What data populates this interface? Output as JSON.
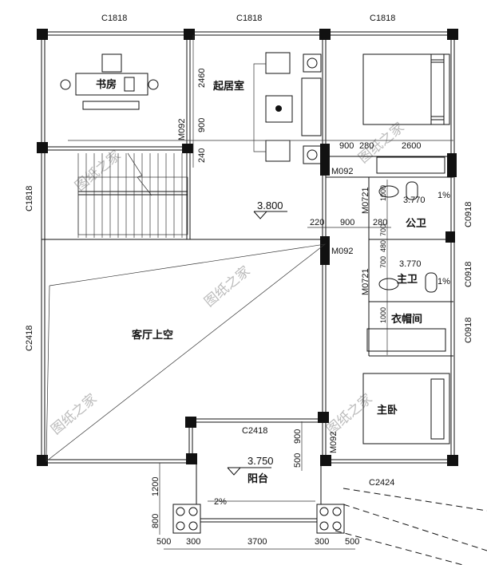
{
  "rooms": {
    "study": "书房",
    "family_room": "起居室",
    "living_void": "客厅上空",
    "public_bath": "公卫",
    "master_bath": "主卫",
    "closet": "衣帽间",
    "master_bedroom": "主卧",
    "balcony": "阳台"
  },
  "windows": {
    "top_left": "C1818",
    "top_mid": "C1818",
    "top_right": "C1818",
    "left_upper": "C1818",
    "left_lower": "C2418",
    "right_1": "C0918",
    "right_2": "C0918",
    "right_3": "C0918",
    "balcony_top": "C2418",
    "bottom_right": "C2424"
  },
  "doors": {
    "study": "M092",
    "bedroom": "M092",
    "hall": "M092",
    "public_bath": "M0721",
    "master_bath": "M0721",
    "master_bedroom": "M092"
  },
  "elevations": {
    "family_room": "3.800",
    "public_bath": "3.770",
    "master_bath": "3.770",
    "balcony": "3.750"
  },
  "slopes": {
    "bath_1": "1%",
    "bath_2": "1%",
    "balcony": "2%"
  },
  "dimensions": {
    "v_2460": "2460",
    "v_900": "900",
    "v_240": "240",
    "h_900_a": "900",
    "h_280_a": "280",
    "h_2600": "2600",
    "h_220": "220",
    "h_900_b": "900",
    "h_280_b": "280",
    "v_1000_a": "1000",
    "v_700_a": "700",
    "v_480": "480",
    "v_700_b": "700",
    "v_1000_b": "1000",
    "v_900_c": "900",
    "v_500": "500",
    "v_1200": "1200",
    "v_800": "800",
    "b_500_l": "500",
    "b_300_l": "300",
    "b_3700": "3700",
    "b_300_r": "300",
    "b_500_r": "500"
  },
  "watermark": "图纸之家"
}
